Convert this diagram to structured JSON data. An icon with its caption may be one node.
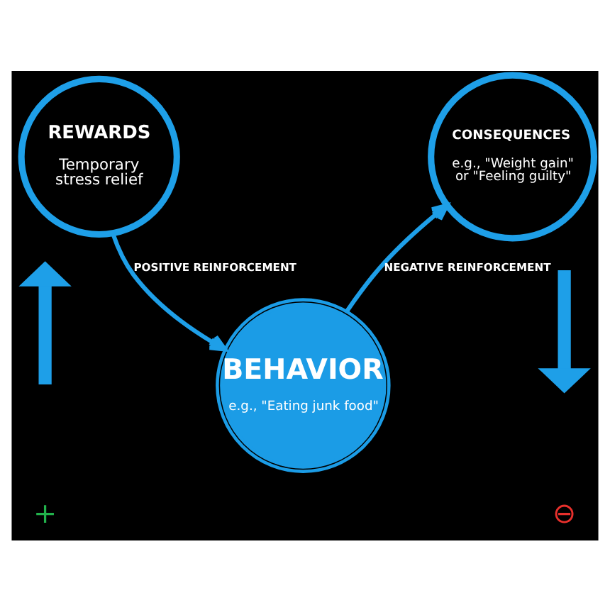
{
  "diagram": {
    "nodes": [
      {
        "text": [
          "REWARDS",
          "Temporary stress relief"
        ]
      },
      {
        "text": [
          "CONSEQUENCES",
          "e.g., \"Weight gain\" or \"Feeling guilty\""
        ]
      },
      {
        "text": [
          "BEHAVIOR",
          "e.g., \"Eating junk food\""
        ]
      }
    ],
    "edges": [
      {
        "from": 0,
        "to": 2,
        "arrow": "to",
        "label": "POSITIVE REINFORCEMENT"
      },
      {
        "from": 2,
        "to": 1,
        "arrow": "to",
        "label": "NEGATIVE REINFORCEMENT"
      }
    ],
    "labels": [
      "+",
      "⊖"
    ]
  }
}
